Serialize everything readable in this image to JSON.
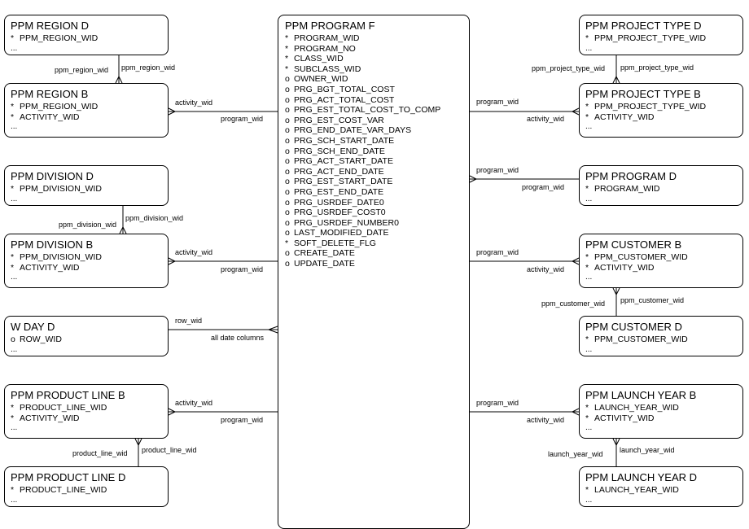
{
  "center": {
    "title": "PPM PROGRAM F",
    "attributes": [
      {
        "mark": "*",
        "name": "PROGRAM_WID"
      },
      {
        "mark": "*",
        "name": "PROGRAM_NO"
      },
      {
        "mark": "*",
        "name": "CLASS_WID"
      },
      {
        "mark": "*",
        "name": "SUBCLASS_WID"
      },
      {
        "mark": "o",
        "name": "OWNER_WID"
      },
      {
        "mark": "o",
        "name": "PRG_BGT_TOTAL_COST"
      },
      {
        "mark": "o",
        "name": "PRG_ACT_TOTAL_COST"
      },
      {
        "mark": "o",
        "name": "PRG_EST_TOTAL_COST_TO_COMP"
      },
      {
        "mark": "o",
        "name": "PRG_EST_COST_VAR"
      },
      {
        "mark": "o",
        "name": "PRG_END_DATE_VAR_DAYS"
      },
      {
        "mark": "o",
        "name": "PRG_SCH_START_DATE"
      },
      {
        "mark": "o",
        "name": "PRG_SCH_END_DATE"
      },
      {
        "mark": "o",
        "name": "PRG_ACT_START_DATE"
      },
      {
        "mark": "o",
        "name": "PRG_ACT_END_DATE"
      },
      {
        "mark": "o",
        "name": "PRG_EST_START_DATE"
      },
      {
        "mark": "o",
        "name": "PRG_EST_END_DATE"
      },
      {
        "mark": "o",
        "name": "PRG_USRDEF_DATE0"
      },
      {
        "mark": "o",
        "name": "PRG_USRDEF_COST0"
      },
      {
        "mark": "o",
        "name": "PRG_USRDEF_NUMBER0"
      },
      {
        "mark": "o",
        "name": "LAST_MODIFIED_DATE"
      },
      {
        "mark": "*",
        "name": "SOFT_DELETE_FLG"
      },
      {
        "mark": "o",
        "name": "CREATE_DATE"
      },
      {
        "mark": "o",
        "name": "UPDATE_DATE"
      }
    ]
  },
  "entities": {
    "region_d": {
      "title": "PPM REGION D",
      "attributes": [
        {
          "mark": "*",
          "name": "PPM_REGION_WID"
        }
      ],
      "more": "..."
    },
    "region_b": {
      "title": "PPM REGION B",
      "attributes": [
        {
          "mark": "*",
          "name": "PPM_REGION_WID"
        },
        {
          "mark": "*",
          "name": "ACTIVITY_WID"
        }
      ],
      "more": "..."
    },
    "division_d": {
      "title": "PPM DIVISION D",
      "attributes": [
        {
          "mark": "*",
          "name": "PPM_DIVISION_WID"
        }
      ],
      "more": "..."
    },
    "division_b": {
      "title": "PPM DIVISION B",
      "attributes": [
        {
          "mark": "*",
          "name": "PPM_DIVISION_WID"
        },
        {
          "mark": "*",
          "name": "ACTIVITY_WID"
        }
      ],
      "more": "..."
    },
    "w_day_d": {
      "title": "W DAY D",
      "attributes": [
        {
          "mark": "o",
          "name": "ROW_WID"
        }
      ],
      "more": "..."
    },
    "product_line_b": {
      "title": "PPM PRODUCT LINE B",
      "attributes": [
        {
          "mark": "*",
          "name": "PRODUCT_LINE_WID"
        },
        {
          "mark": "*",
          "name": "ACTIVITY_WID"
        }
      ],
      "more": "..."
    },
    "product_line_d": {
      "title": "PPM PRODUCT LINE D",
      "attributes": [
        {
          "mark": "*",
          "name": "PRODUCT_LINE_WID"
        }
      ],
      "more": "..."
    },
    "project_type_d": {
      "title": "PPM PROJECT TYPE D",
      "attributes": [
        {
          "mark": "*",
          "name": "PPM_PROJECT_TYPE_WID"
        }
      ],
      "more": "..."
    },
    "project_type_b": {
      "title": "PPM PROJECT TYPE B",
      "attributes": [
        {
          "mark": "*",
          "name": "PPM_PROJECT_TYPE_WID"
        },
        {
          "mark": "*",
          "name": "ACTIVITY_WID"
        }
      ],
      "more": "..."
    },
    "program_d": {
      "title": "PPM PROGRAM D",
      "attributes": [
        {
          "mark": "*",
          "name": "PROGRAM_WID"
        }
      ],
      "more": "..."
    },
    "customer_b": {
      "title": "PPM CUSTOMER B",
      "attributes": [
        {
          "mark": "*",
          "name": "PPM_CUSTOMER_WID"
        },
        {
          "mark": "*",
          "name": "ACTIVITY_WID"
        }
      ],
      "more": "..."
    },
    "customer_d": {
      "title": "PPM CUSTOMER D",
      "attributes": [
        {
          "mark": "*",
          "name": "PPM_CUSTOMER_WID"
        }
      ],
      "more": "..."
    },
    "launch_year_b": {
      "title": "PPM LAUNCH YEAR B",
      "attributes": [
        {
          "mark": "*",
          "name": "LAUNCH_YEAR_WID"
        },
        {
          "mark": "*",
          "name": "ACTIVITY_WID"
        }
      ],
      "more": "..."
    },
    "launch_year_d": {
      "title": "PPM LAUNCH YEAR D",
      "attributes": [
        {
          "mark": "*",
          "name": "LAUNCH_YEAR_WID"
        }
      ],
      "more": "..."
    }
  },
  "labels": {
    "region_d_bottom": "ppm_region_wid",
    "region_b_top": "ppm_region_wid",
    "region_b_out": "activity_wid",
    "region_b_in": "program_wid",
    "division_d_bottom": "ppm_division_wid",
    "division_b_top": "ppm_division_wid",
    "division_b_out": "activity_wid",
    "division_b_in": "program_wid",
    "w_day_out": "row_wid",
    "w_day_in": "all date columns",
    "product_line_b_out": "activity_wid",
    "product_line_b_in": "program_wid",
    "product_line_b_bottom": "product_line_wid",
    "product_line_d_top": "product_line_wid",
    "project_type_d_bottom": "ppm_project_type_wid",
    "project_type_b_top": "ppm_project_type_wid",
    "project_type_b_in": "program_wid",
    "project_type_b_out": "activity_wid",
    "program_d_in": "program_wid",
    "program_d_out": "program_wid",
    "customer_b_in": "program_wid",
    "customer_b_out": "activity_wid",
    "customer_b_bottom": "ppm_customer_wid",
    "customer_d_top": "ppm_customer_wid",
    "launch_year_b_in": "program_wid",
    "launch_year_b_out": "activity_wid",
    "launch_year_b_bottom": "launch_year_wid",
    "launch_year_d_top": "launch_year_wid"
  }
}
